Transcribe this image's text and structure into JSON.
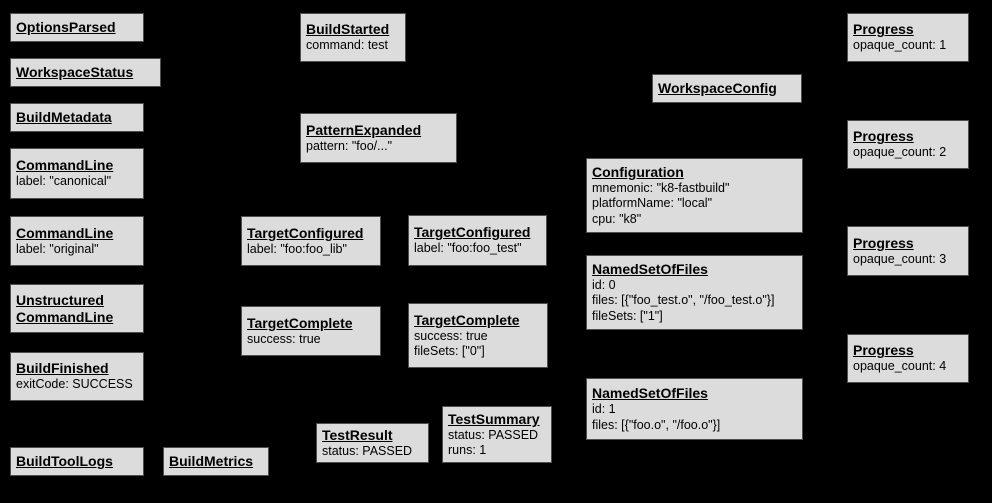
{
  "palette": {
    "background": "#000000",
    "node_fill": "#dcdcdc",
    "node_border": "#4f4f4f",
    "node_text": "#000000"
  },
  "nodes": [
    {
      "title": "OptionsParsed",
      "lines": []
    },
    {
      "title": "WorkspaceStatus",
      "lines": []
    },
    {
      "title": "BuildMetadata",
      "lines": []
    },
    {
      "title": "CommandLine",
      "lines": [
        "label: \"canonical\""
      ]
    },
    {
      "title": "CommandLine",
      "lines": [
        "label: \"original\""
      ]
    },
    {
      "title": "Unstructured CommandLine",
      "lines": []
    },
    {
      "title": "BuildFinished",
      "lines": [
        "exitCode: SUCCESS"
      ]
    },
    {
      "title": "BuildToolLogs",
      "lines": []
    },
    {
      "title": "BuildMetrics",
      "lines": []
    },
    {
      "title": "BuildStarted",
      "lines": [
        "command: test"
      ]
    },
    {
      "title": "PatternExpanded",
      "lines": [
        "pattern: \"foo/...\""
      ]
    },
    {
      "title": "TargetConfigured",
      "lines": [
        "label: \"foo:foo_lib\""
      ]
    },
    {
      "title": "TargetConfigured",
      "lines": [
        "label: \"foo:foo_test\""
      ]
    },
    {
      "title": "TargetComplete",
      "lines": [
        "success: true"
      ]
    },
    {
      "title": "TargetComplete",
      "lines": [
        "success: true",
        "fileSets: [\"0\"]"
      ]
    },
    {
      "title": "TestResult",
      "lines": [
        "status: PASSED"
      ]
    },
    {
      "title": "TestSummary",
      "lines": [
        "status: PASSED",
        "runs: 1"
      ]
    },
    {
      "title": "WorkspaceConfig",
      "lines": []
    },
    {
      "title": "Configuration",
      "lines": [
        "mnemonic: \"k8-fastbuild\"",
        "platformName: \"local\"",
        "cpu: \"k8\""
      ]
    },
    {
      "title": "NamedSetOfFiles",
      "lines": [
        "id: 0",
        "files: [{\"foo_test.o\", \"/foo_test.o\"}]",
        "fileSets: [\"1\"]"
      ]
    },
    {
      "title": "NamedSetOfFiles",
      "lines": [
        "id: 1",
        "files: [{\"foo.o\", \"/foo.o\"}]"
      ]
    },
    {
      "title": "Progress",
      "lines": [
        "opaque_count: 1"
      ]
    },
    {
      "title": "Progress",
      "lines": [
        "opaque_count: 2"
      ]
    },
    {
      "title": "Progress",
      "lines": [
        "opaque_count: 3"
      ]
    },
    {
      "title": "Progress",
      "lines": [
        "opaque_count: 4"
      ]
    }
  ]
}
